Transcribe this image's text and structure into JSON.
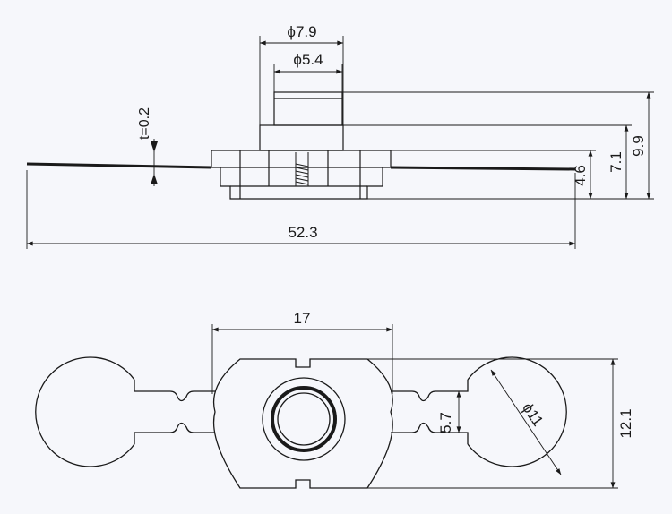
{
  "drawing": {
    "side_view": {
      "dim_outer_diameter": "ϕ7.9",
      "dim_inner_diameter": "ϕ5.4",
      "dim_thickness": "t=0.2",
      "dim_total_length": "52.3",
      "dim_height_total": "9.9",
      "dim_height_body": "7.1",
      "dim_height_base": "4.6"
    },
    "top_view": {
      "dim_body_width": "17",
      "dim_neck_width": "5.7",
      "dim_pad_diameter": "ϕ11",
      "dim_body_height": "12.1"
    }
  },
  "colors": {
    "paper": "#f6f7fb",
    "ink": "#1a1a1a"
  }
}
